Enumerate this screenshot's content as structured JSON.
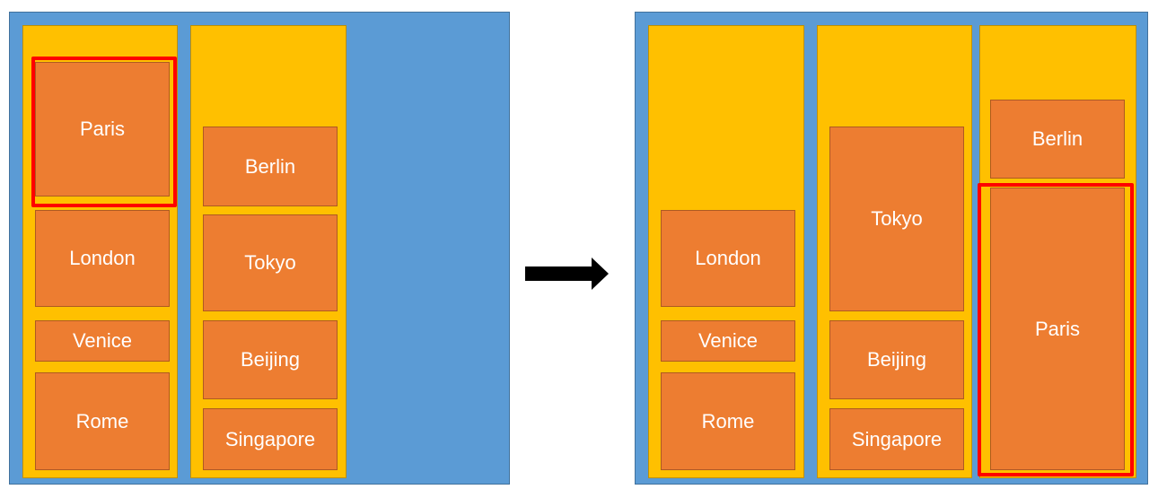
{
  "before": {
    "columns": [
      {
        "cards": [
          "Paris",
          "London",
          "Venice",
          "Rome"
        ]
      },
      {
        "cards": [
          "Berlin",
          "Tokyo",
          "Beijing",
          "Singapore"
        ]
      }
    ]
  },
  "after": {
    "columns": [
      {
        "cards": [
          "London",
          "Venice",
          "Rome"
        ]
      },
      {
        "cards": [
          "Tokyo",
          "Beijing",
          "Singapore"
        ]
      },
      {
        "cards": [
          "Berlin",
          "Paris"
        ]
      }
    ]
  },
  "highlighted_card": "Paris",
  "arrow_icon": "right-arrow-icon",
  "colors": {
    "board": "#5b9bd5",
    "column": "#ffc000",
    "card": "#ed7d31",
    "highlight": "#ff0000",
    "card_text": "#ffffff"
  }
}
